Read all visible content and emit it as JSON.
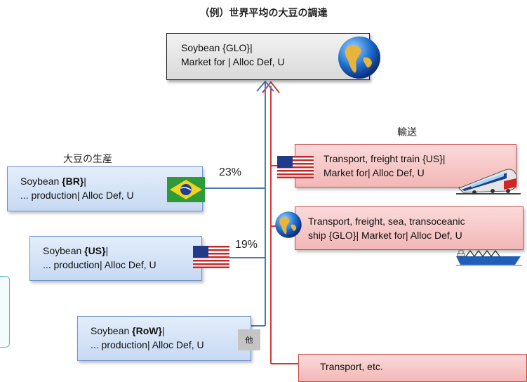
{
  "title": "（例）世界平均の大豆の調達",
  "market": {
    "line1": "Soybean {GLO}|",
    "line2": "Market for | Alloc Def, U"
  },
  "production_label": "大豆の生産",
  "transport_label": "輸送",
  "production": [
    {
      "prefix": "Soybean ",
      "code": "{BR}",
      "suffix": "|",
      "line2": "... production| Alloc Def, U",
      "share": "23%"
    },
    {
      "prefix": "Soybean ",
      "code": "{US}",
      "suffix": "|",
      "line2": "... production| Alloc Def, U",
      "share": "19%"
    },
    {
      "prefix": "Soybean ",
      "code": "{RoW}",
      "suffix": "|",
      "line2": "... production| Alloc Def, U",
      "badge": "他"
    }
  ],
  "transport": [
    {
      "line1": "Transport, freight train {US}|",
      "line2": "Market for| Alloc Def, U"
    },
    {
      "line1": "Transport, freight, sea, transoceanic",
      "line2": "ship {GLO}| Market for| Alloc Def, U"
    },
    {
      "line1": "Transport, etc."
    }
  ],
  "colors": {
    "blue_line": "#4a7ab8",
    "red_line": "#d03a3a"
  },
  "icons": [
    "globe-icon",
    "brazil-flag-icon",
    "us-flag-icon",
    "train-icon",
    "ship-icon"
  ]
}
